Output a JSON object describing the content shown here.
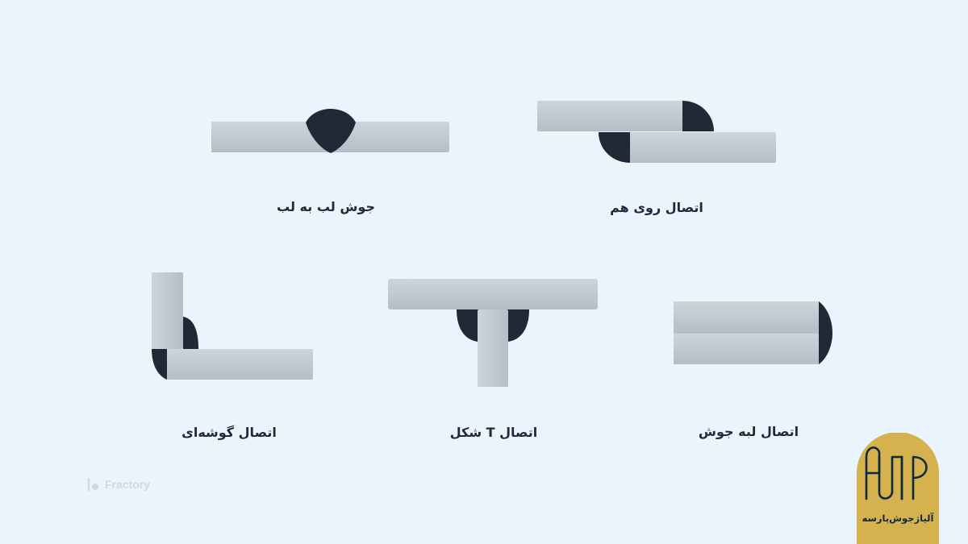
{
  "joints": {
    "butt": "جوش لب به لب",
    "lap": "اتصال روی هم",
    "corner": "اتصال گوشه‌ای",
    "tee": "اتصال T شکل",
    "edge": "اتصال لبه جوش"
  },
  "watermark": {
    "text": "Fractory"
  },
  "logo": {
    "monogram": "ALJP",
    "brand_name": "آلیاژجوش‌پارسه"
  },
  "colors": {
    "background": "#eaf4fd",
    "weld": "#1f2a35",
    "plate_light": "#d2dbe2",
    "plate_dark": "#b7c1ca",
    "logo_gold": "#d6b24e",
    "logo_navy": "#0f2a40"
  }
}
